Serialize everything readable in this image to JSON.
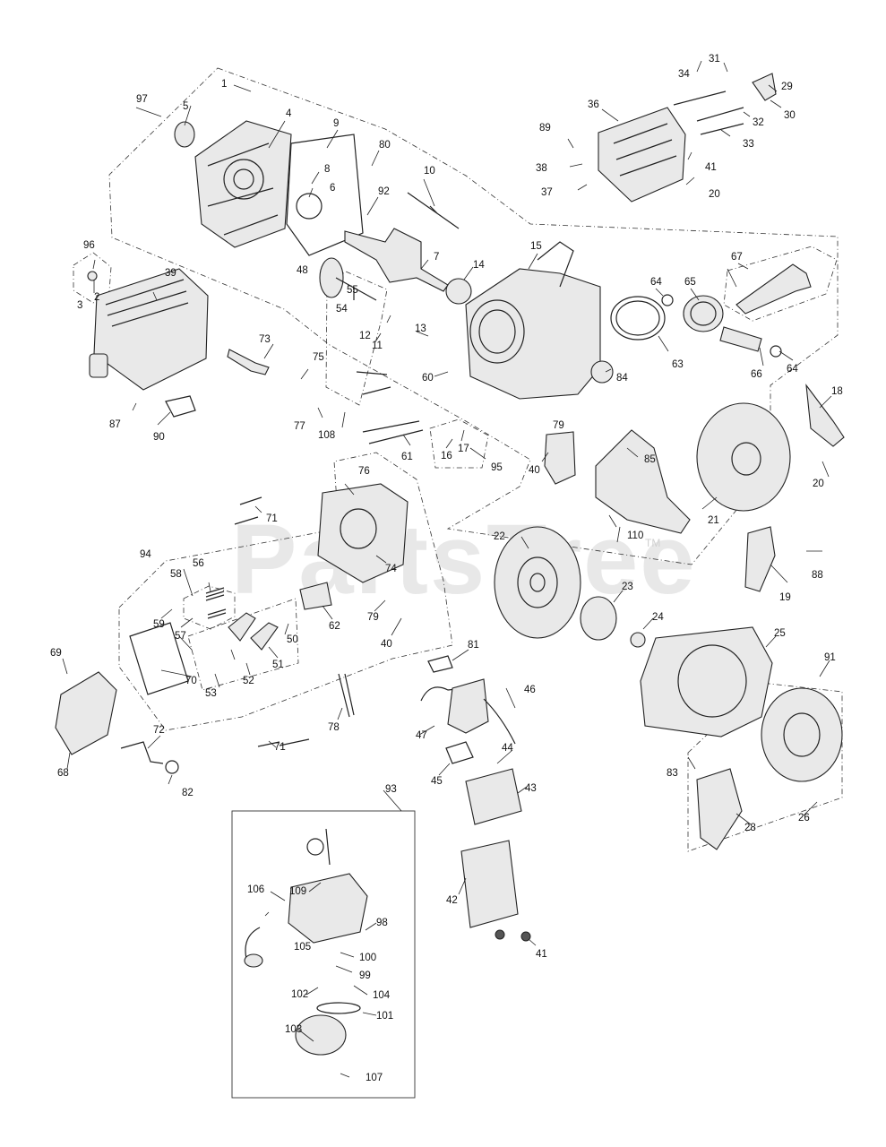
{
  "watermark": {
    "text": "PartsTree",
    "trademark": "TM"
  },
  "callouts": [
    {
      "n": "1"
    },
    {
      "n": "2"
    },
    {
      "n": "3"
    },
    {
      "n": "4"
    },
    {
      "n": "5"
    },
    {
      "n": "6"
    },
    {
      "n": "7"
    },
    {
      "n": "8"
    },
    {
      "n": "9"
    },
    {
      "n": "10"
    },
    {
      "n": "11"
    },
    {
      "n": "12"
    },
    {
      "n": "13"
    },
    {
      "n": "14"
    },
    {
      "n": "15"
    },
    {
      "n": "16"
    },
    {
      "n": "17"
    },
    {
      "n": "18"
    },
    {
      "n": "19"
    },
    {
      "n": "20"
    },
    {
      "n": "20"
    },
    {
      "n": "21"
    },
    {
      "n": "22"
    },
    {
      "n": "23"
    },
    {
      "n": "24"
    },
    {
      "n": "25"
    },
    {
      "n": "26"
    },
    {
      "n": "28"
    },
    {
      "n": "29"
    },
    {
      "n": "30"
    },
    {
      "n": "31"
    },
    {
      "n": "32"
    },
    {
      "n": "33"
    },
    {
      "n": "34"
    },
    {
      "n": "36"
    },
    {
      "n": "37"
    },
    {
      "n": "38"
    },
    {
      "n": "39"
    },
    {
      "n": "40"
    },
    {
      "n": "40"
    },
    {
      "n": "41"
    },
    {
      "n": "41"
    },
    {
      "n": "42"
    },
    {
      "n": "43"
    },
    {
      "n": "44"
    },
    {
      "n": "45"
    },
    {
      "n": "46"
    },
    {
      "n": "47"
    },
    {
      "n": "48"
    },
    {
      "n": "50"
    },
    {
      "n": "51"
    },
    {
      "n": "52"
    },
    {
      "n": "53"
    },
    {
      "n": "54"
    },
    {
      "n": "55"
    },
    {
      "n": "56"
    },
    {
      "n": "57"
    },
    {
      "n": "58"
    },
    {
      "n": "59"
    },
    {
      "n": "60"
    },
    {
      "n": "61"
    },
    {
      "n": "62"
    },
    {
      "n": "63"
    },
    {
      "n": "64"
    },
    {
      "n": "64"
    },
    {
      "n": "65"
    },
    {
      "n": "66"
    },
    {
      "n": "67"
    },
    {
      "n": "68"
    },
    {
      "n": "69"
    },
    {
      "n": "70"
    },
    {
      "n": "71"
    },
    {
      "n": "71"
    },
    {
      "n": "72"
    },
    {
      "n": "73"
    },
    {
      "n": "74"
    },
    {
      "n": "75"
    },
    {
      "n": "76"
    },
    {
      "n": "77"
    },
    {
      "n": "78"
    },
    {
      "n": "79"
    },
    {
      "n": "79"
    },
    {
      "n": "80"
    },
    {
      "n": "81"
    },
    {
      "n": "82"
    },
    {
      "n": "83"
    },
    {
      "n": "84"
    },
    {
      "n": "85"
    },
    {
      "n": "87"
    },
    {
      "n": "88"
    },
    {
      "n": "89"
    },
    {
      "n": "90"
    },
    {
      "n": "91"
    },
    {
      "n": "92"
    },
    {
      "n": "93"
    },
    {
      "n": "94"
    },
    {
      "n": "95"
    },
    {
      "n": "96"
    },
    {
      "n": "97"
    },
    {
      "n": "98"
    },
    {
      "n": "99"
    },
    {
      "n": "100"
    },
    {
      "n": "101"
    },
    {
      "n": "102"
    },
    {
      "n": "103"
    },
    {
      "n": "104"
    },
    {
      "n": "105"
    },
    {
      "n": "106"
    },
    {
      "n": "107"
    },
    {
      "n": "108"
    },
    {
      "n": "109"
    },
    {
      "n": "110"
    }
  ]
}
